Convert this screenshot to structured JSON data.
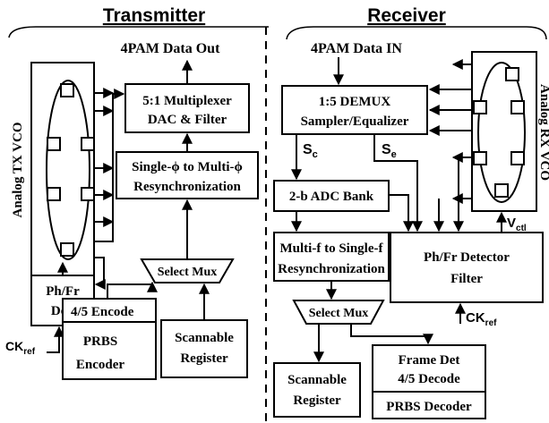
{
  "transmitter": {
    "title": "Transmitter",
    "data_out": "4PAM Data Out",
    "vco_label": "Analog TX VCO",
    "mux_dac": [
      "5:1 Multiplexer",
      "DAC & Filter"
    ],
    "resync": [
      "Single-ϕ to Multi-ϕ",
      "Resynchronization"
    ],
    "phfr": [
      "Ph/Fr",
      "Det."
    ],
    "select_mux": "Select Mux",
    "ckref": "CK",
    "ckref_sub": "ref",
    "encode": "4/5 Encode",
    "prbs": [
      "PRBS",
      "Encoder"
    ],
    "scan": [
      "Scannable",
      "Register"
    ]
  },
  "receiver": {
    "title": "Receiver",
    "data_in": "4PAM Data IN",
    "vco_label": "Analog RX VCO",
    "demux": [
      "1:5 DEMUX",
      "Sampler/Equalizer"
    ],
    "sc": "S",
    "sc_sub": "c",
    "se": "S",
    "se_sub": "e",
    "adc": "2-b ADC Bank",
    "resync": [
      "Multi-f to Single-f",
      "Resynchronization"
    ],
    "vctl": "V",
    "vctl_sub": "ctl",
    "phfr": [
      "Ph/Fr Detector",
      "Filter"
    ],
    "ckref": "CK",
    "ckref_sub": "ref",
    "select_mux": "Select Mux",
    "scan": [
      "Scannable",
      "Register"
    ],
    "frame": [
      "Frame Det",
      "4/5 Decode"
    ],
    "prbs": "PRBS Decoder"
  }
}
